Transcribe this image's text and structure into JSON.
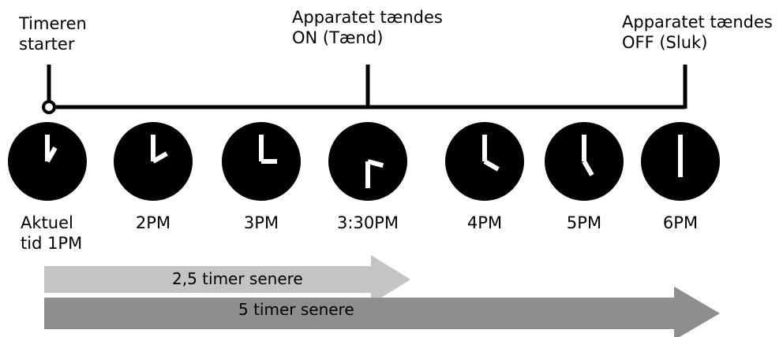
{
  "annotations": {
    "start": [
      "Timeren",
      "starter"
    ],
    "on": [
      "Apparatet tændes",
      "ON (Tænd)"
    ],
    "off": [
      "Apparatet tændes",
      "OFF (Sluk)"
    ]
  },
  "clocks": [
    {
      "label": [
        "Aktuel",
        "tid 1PM"
      ],
      "time": "1:00"
    },
    {
      "label": [
        "2PM"
      ],
      "time": "2:00"
    },
    {
      "label": [
        "3PM"
      ],
      "time": "3:00"
    },
    {
      "label": [
        "3:30PM"
      ],
      "time": "3:30"
    },
    {
      "label": [
        "4PM"
      ],
      "time": "4:00"
    },
    {
      "label": [
        "5PM"
      ],
      "time": "5:00"
    },
    {
      "label": [
        "6PM"
      ],
      "time": "6:00"
    }
  ],
  "arrows": [
    {
      "label": "2,5 timer senere",
      "color": "#c4c4c4"
    },
    {
      "label": "5 timer senere",
      "color": "#8e8e8e"
    }
  ],
  "colors": {
    "clock_face": "#000000",
    "hands": "#ffffff",
    "line": "#000000"
  }
}
